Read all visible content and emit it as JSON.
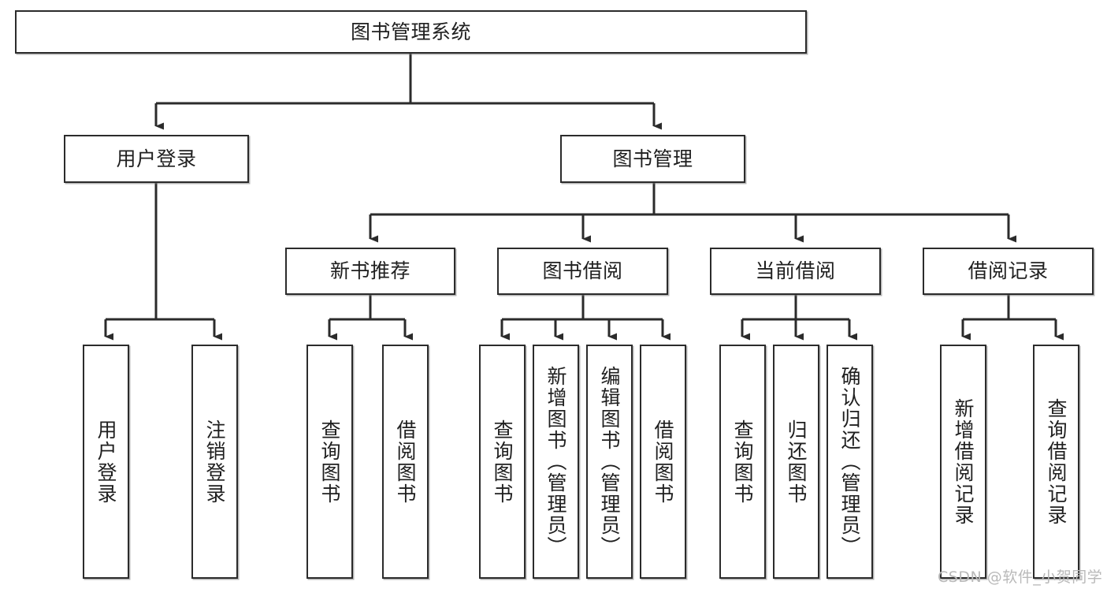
{
  "diagram": {
    "title": "图书管理系统",
    "type": "hierarchy-tree",
    "orientation": "top-down",
    "line_color": "#2b2b2b",
    "box_fill": "#ffffff",
    "text_color": "#1f1f1f",
    "levels": 4,
    "root": {
      "id": "root",
      "label": "图书管理系统",
      "text_direction": "horizontal"
    },
    "level2": [
      {
        "id": "user-login",
        "label": "用户登录",
        "text_direction": "horizontal"
      },
      {
        "id": "book-manage",
        "label": "图书管理",
        "text_direction": "horizontal"
      }
    ],
    "level3": [
      {
        "id": "new-book-recommend",
        "label": "新书推荐",
        "text_direction": "horizontal",
        "parent": "book-manage"
      },
      {
        "id": "book-borrow",
        "label": "图书借阅",
        "text_direction": "horizontal",
        "parent": "book-manage"
      },
      {
        "id": "current-borrow",
        "label": "当前借阅",
        "text_direction": "horizontal",
        "parent": "book-manage"
      },
      {
        "id": "borrow-record",
        "label": "借阅记录",
        "text_direction": "horizontal",
        "parent": "book-manage"
      }
    ],
    "leaves": [
      {
        "id": "leaf-user-login",
        "label": "用户登录",
        "parent": "user-login",
        "text_direction": "vertical"
      },
      {
        "id": "leaf-logout-login",
        "label": "注销登录",
        "parent": "user-login",
        "text_direction": "vertical"
      },
      {
        "id": "leaf-query-book-1",
        "label": "查询图书",
        "parent": "new-book-recommend",
        "text_direction": "vertical"
      },
      {
        "id": "leaf-borrow-book-1",
        "label": "借阅图书",
        "parent": "new-book-recommend",
        "text_direction": "vertical"
      },
      {
        "id": "leaf-query-book-2",
        "label": "查询图书",
        "parent": "book-borrow",
        "text_direction": "vertical"
      },
      {
        "id": "leaf-add-book-admin",
        "label": "新增图书（管理员）",
        "parent": "book-borrow",
        "text_direction": "vertical"
      },
      {
        "id": "leaf-edit-book-admin",
        "label": "编辑图书（管理员）",
        "parent": "book-borrow",
        "text_direction": "vertical"
      },
      {
        "id": "leaf-borrow-book-2",
        "label": "借阅图书",
        "parent": "book-borrow",
        "text_direction": "vertical"
      },
      {
        "id": "leaf-query-book-3",
        "label": "查询图书",
        "parent": "current-borrow",
        "text_direction": "vertical"
      },
      {
        "id": "leaf-return-book",
        "label": "归还图书",
        "parent": "current-borrow",
        "text_direction": "vertical"
      },
      {
        "id": "leaf-confirm-return-admin",
        "label": "确认归还（管理员）",
        "parent": "current-borrow",
        "text_direction": "vertical"
      },
      {
        "id": "leaf-add-borrow-record",
        "label": "新增借阅记录",
        "parent": "borrow-record",
        "text_direction": "vertical"
      },
      {
        "id": "leaf-query-borrow-record",
        "label": "查询借阅记录",
        "parent": "borrow-record",
        "text_direction": "vertical"
      }
    ]
  },
  "watermark": {
    "text": "CSDN @软件_小贺同学"
  }
}
